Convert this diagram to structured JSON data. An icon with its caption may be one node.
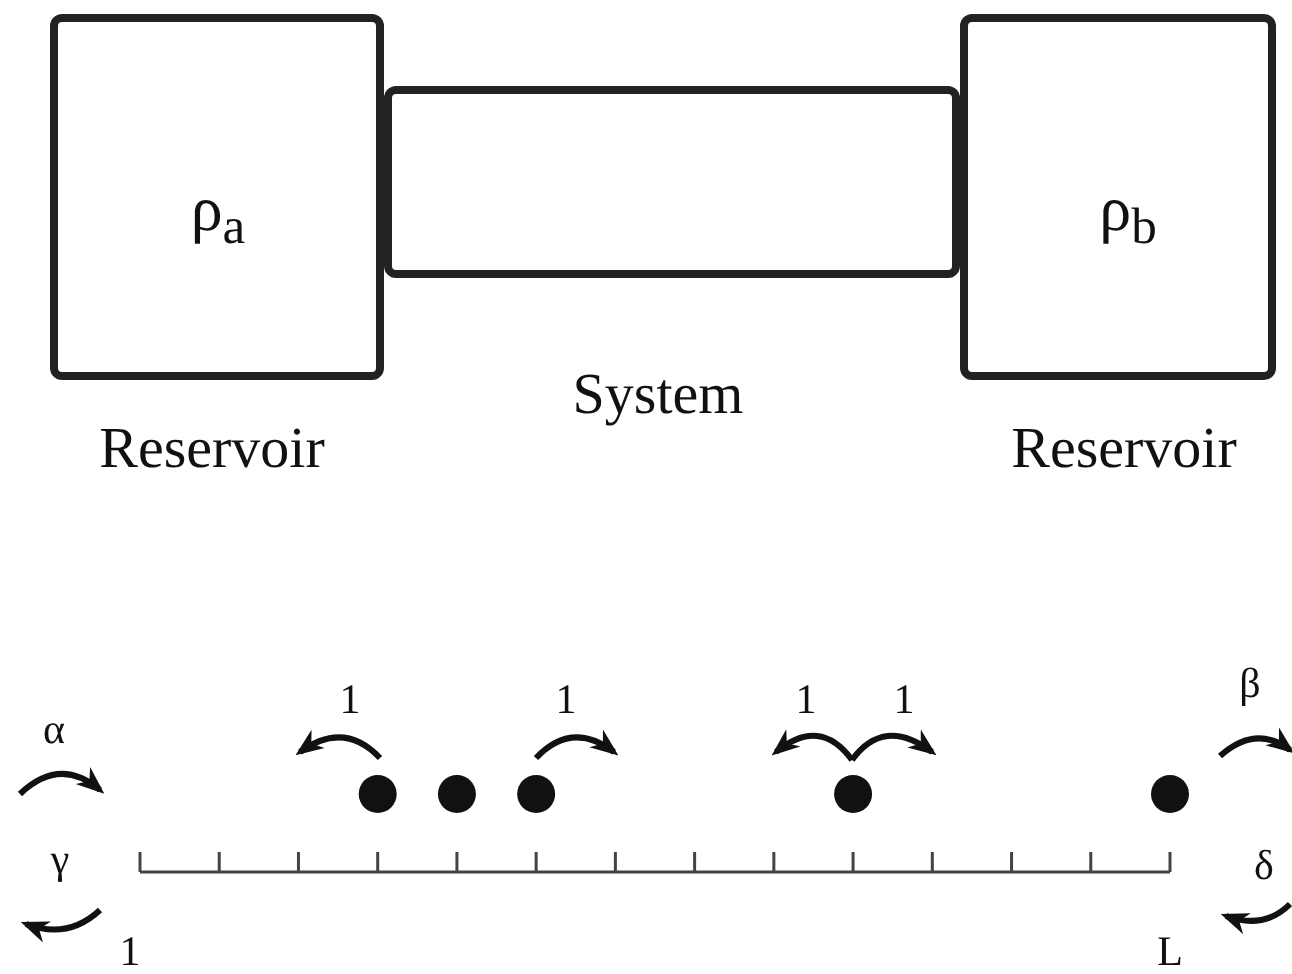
{
  "diagram": {
    "nodes": [
      {
        "text": [
          "ρ$_{a}$",
          "Reservoir"
        ]
      },
      {
        "text": [
          "System"
        ]
      },
      {
        "text": [
          "ρ$_{b}$",
          "Reservoir"
        ]
      }
    ],
    "labels": [
      "1",
      "1",
      "1",
      "1",
      "α",
      "β",
      "γ",
      "δ",
      "1",
      "L"
    ]
  }
}
